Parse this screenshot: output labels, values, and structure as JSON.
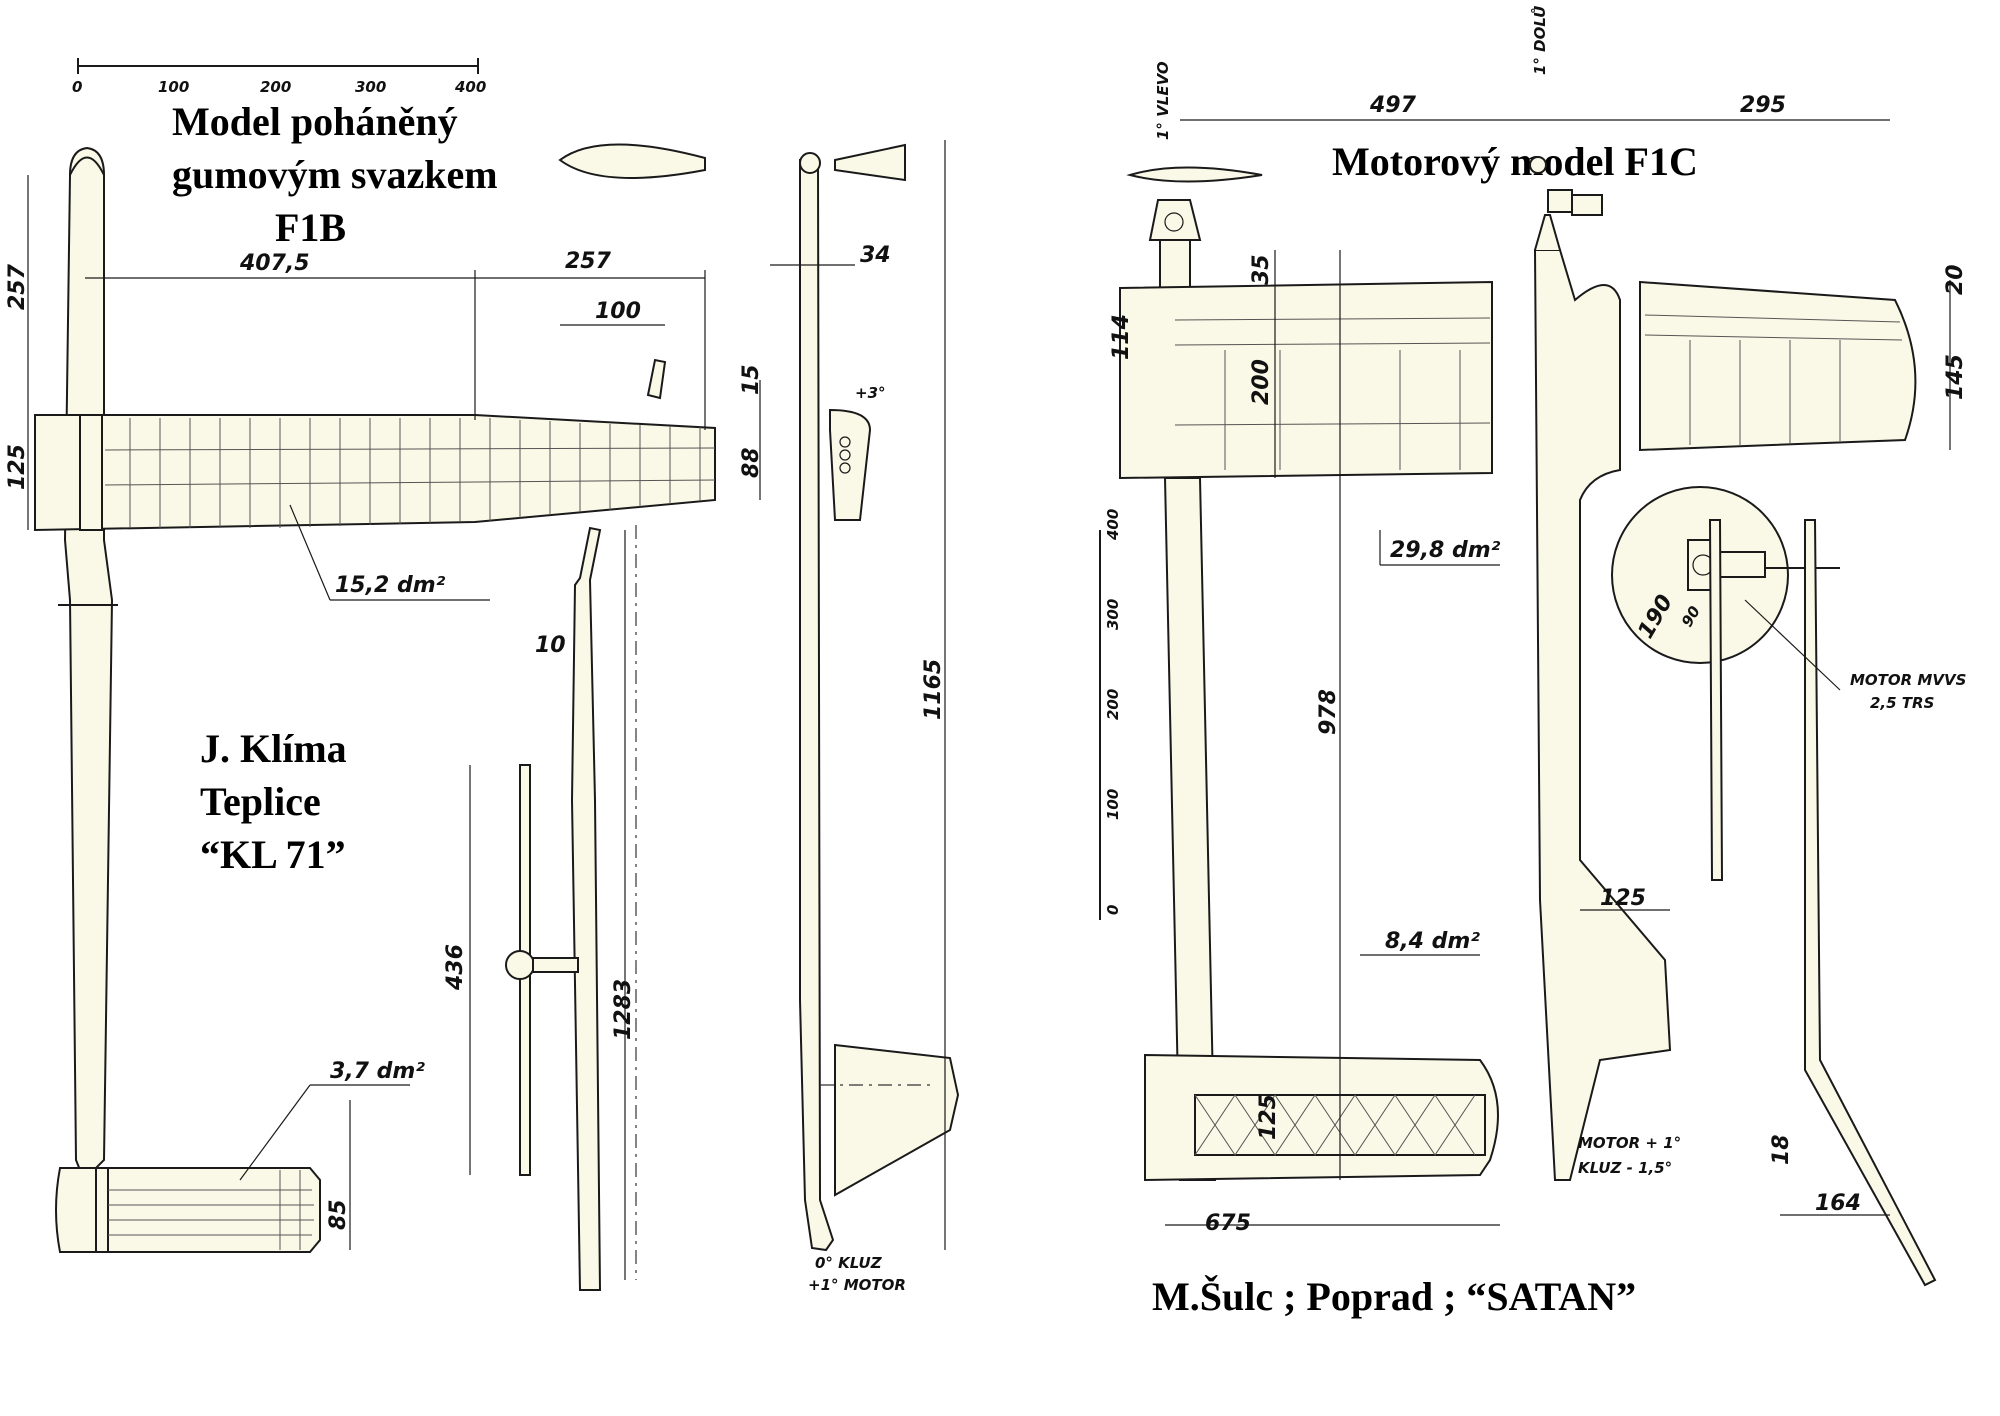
{
  "left_model": {
    "title_lines": [
      "Model poháněný",
      "gumovým svazkem",
      "F1B"
    ],
    "author_lines": [
      "J. Klíma",
      "Teplice",
      "“KL 71”"
    ],
    "scale_ticks": [
      "0",
      "100",
      "200",
      "300",
      "400"
    ],
    "dims": {
      "d407_5": "407,5",
      "d257_top": "257",
      "d257_side": "257",
      "d100": "100",
      "d34": "34",
      "d3deg": "+3°",
      "d15": "15",
      "d125": "125",
      "d88": "88",
      "wing_area": "15,2 dm²",
      "d10": "10",
      "d1165": "1165",
      "d436": "436",
      "d1283": "1283",
      "stab_area": "3,7 dm²",
      "d85": "85",
      "kluz": "0° KLUZ",
      "motor": "+1° MOTOR"
    }
  },
  "right_model": {
    "title": "Motorový  model   F1C",
    "author": "M.Šulc ; Poprad ; “SATAN”",
    "scale_ticks": [
      "0",
      "100",
      "200",
      "300",
      "400"
    ],
    "dims": {
      "vlevo": "1° VLEVO",
      "dolu": "1° DOLŮ",
      "d497": "497",
      "d295": "295",
      "d35": "35",
      "d114": "114",
      "d200": "200",
      "d20": "20",
      "d145": "145",
      "wing_area": "29,8 dm²",
      "d978": "978",
      "d190": "190",
      "d90": "90",
      "motor_name_1": "MOTOR MVVS",
      "motor_name_2": "2,5 TRS",
      "d125": "125",
      "stab_area": "8,4 dm²",
      "d125_stab": "125",
      "motor_angle": "MOTOR + 1°",
      "kluz_angle": "KLUZ - 1,5°",
      "d18": "18",
      "d675": "675",
      "d164": "164"
    }
  },
  "colors": {
    "paper": "#faf8e6",
    "ink": "#1a1a1a",
    "background": "#ffffff"
  }
}
